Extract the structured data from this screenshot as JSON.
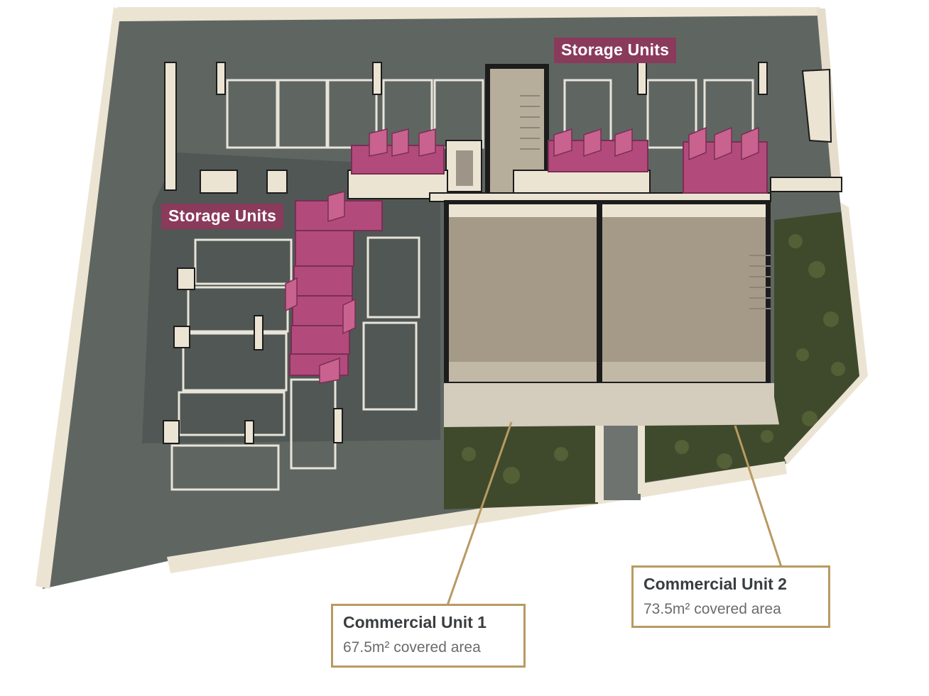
{
  "labels": {
    "storage_top": "Storage Units",
    "storage_left": "Storage Units"
  },
  "units": [
    {
      "name": "Commercial Unit 1",
      "area": "67.5m² covered area"
    },
    {
      "name": "Commercial Unit 2",
      "area": "73.5m² covered area"
    }
  ],
  "colors": {
    "asphalt": "#5f6661",
    "parking_dark": "#4f5552",
    "wall": "#ece4d3",
    "storage": "#b24b7c",
    "tag_bg": "#8a3a5b",
    "callout_border": "#b89a62",
    "garden": "#3f4a2c",
    "floor": "#a59a88",
    "pavement": "#d4ccbd"
  }
}
